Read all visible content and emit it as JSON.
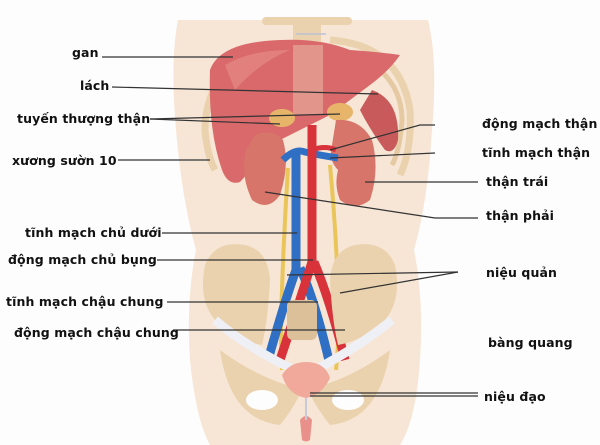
{
  "diagram": {
    "subject": "urinary system anatomy",
    "colors": {
      "background": "#fdfdfd",
      "skin": "#f6e2cf",
      "bone": "#ead2ae",
      "liver": "#d9696a",
      "kidney": "#d8756a",
      "artery": "#d8323a",
      "vein": "#2f6fc4",
      "ureter": "#e9c55a",
      "bladder": "#f0a99a",
      "ligament": "#eef0f6",
      "adrenal": "#e7b56a",
      "leader_line": "#333333"
    },
    "labels_left": [
      {
        "id": "gan",
        "text": "gan"
      },
      {
        "id": "lach",
        "text": "lách"
      },
      {
        "id": "tuyen-thuong-than",
        "text": "tuyến thượng thận"
      },
      {
        "id": "xuong-suon-10",
        "text": "xương sườn 10"
      },
      {
        "id": "tinh-mach-chu-duoi",
        "text": "tĩnh mạch chủ dưới"
      },
      {
        "id": "dong-mach-chu-bung",
        "text": "động mạch chủ bụng"
      },
      {
        "id": "tinh-mach-chau-chung",
        "text": "tĩnh mạch chậu chung"
      },
      {
        "id": "dong-mach-chau-chung",
        "text": "động mạch chậu chung"
      }
    ],
    "labels_right": [
      {
        "id": "dong-mach-than",
        "text": "động mạch thận"
      },
      {
        "id": "tinh-mach-than",
        "text": "tĩnh mạch thận"
      },
      {
        "id": "than-trai",
        "text": "thận trái"
      },
      {
        "id": "than-phai",
        "text": "thận phải"
      },
      {
        "id": "nieu-quan",
        "text": "niệu quản"
      },
      {
        "id": "bang-quang",
        "text": "bàng quang"
      },
      {
        "id": "nieu-dao",
        "text": "niệu đạo"
      }
    ]
  }
}
